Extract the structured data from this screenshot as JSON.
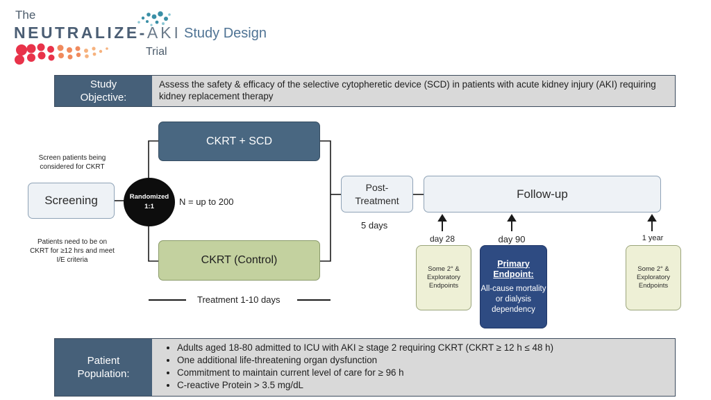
{
  "header": {
    "logo_the": "The",
    "logo_main": "NEUTRALIZE-",
    "logo_aki": "AKI",
    "logo_trial": "Trial",
    "title": "Study Design"
  },
  "objective": {
    "label_line1": "Study",
    "label_line2": "Objective:",
    "text": "Assess the safety & efficacy of the selective cytopheretic device (SCD) in patients with acute kidney injury (AKI) requiring kidney replacement therapy"
  },
  "flow": {
    "screen_note_top": "Screen patients being considered for CKRT",
    "screening": "Screening",
    "screen_note_bottom": "Patients need to be on CKRT for ≥12 hrs and meet I/E criteria",
    "randomized_line1": "Randomized",
    "randomized_line2": "1:1",
    "n_label": "N = up to 200",
    "arm_scd": "CKRT + SCD",
    "arm_control": "CKRT (Control)",
    "treatment_label": "Treatment 1-10 days",
    "post_line1": "Post-",
    "post_line2": "Treatment",
    "post_duration": "5 days",
    "followup": "Follow-up"
  },
  "timepoints": {
    "day28": "day 28",
    "day90": "day 90",
    "year1": "1 year",
    "ep28": "Some 2° & Exploratory Endpoints",
    "ep1y": "Some 2° & Exploratory Endpoints",
    "primary_title": "Primary Endpoint:",
    "primary_desc": "All-cause mortality or dialysis dependency"
  },
  "population": {
    "label_line1": "Patient",
    "label_line2": "Population:",
    "items": [
      "Adults aged 18-80 admitted to ICU with AKI ≥ stage 2 requiring CKRT (CKRT ≥ 12 h ≤ 48 h)",
      "One additional life-threatening organ dysfunction",
      "Commitment to maintain current level of care for ≥ 96 h",
      "C-reactive Protein > 3.5 mg/dL"
    ]
  },
  "colors": {
    "dark_blue": "#466079",
    "scd_box": "#496781",
    "control_box": "#c3d19f",
    "primary_box": "#2e4b82",
    "light_box": "#eef2f6",
    "endpoint_box": "#eef0d6",
    "dots_red": "#e8334a",
    "dots_orange": "#f4a36b",
    "dots_teal": "#3a8fa6"
  }
}
